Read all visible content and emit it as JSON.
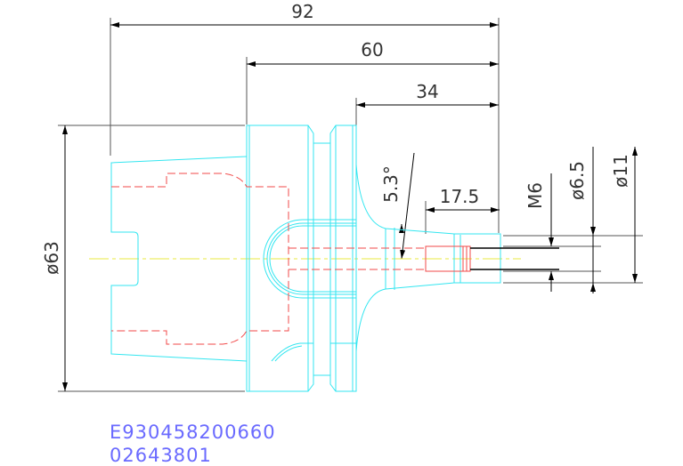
{
  "dimensions": {
    "overall_length": "92",
    "flange_to_end": "60",
    "neck_length": "34",
    "taper_angle": "5.3°",
    "nose_length": "17.5",
    "thread": "M6",
    "bore_diameter": "ø6.5",
    "nose_diameter": "ø11",
    "flange_diameter": "ø63"
  },
  "part_codes": {
    "line1": "E930458200660",
    "line2": "02643801"
  },
  "colors": {
    "outline": "#33e6f0",
    "hidden": "#f24a4a",
    "centerline": "#e8e840",
    "code_text": "#6a6aff"
  }
}
